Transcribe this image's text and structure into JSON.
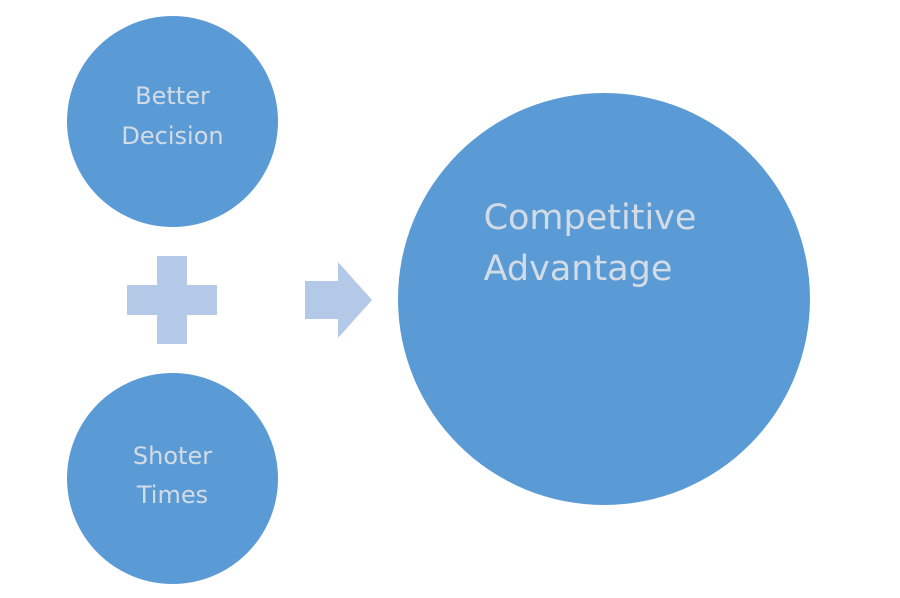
{
  "nodes": {
    "better_decision": {
      "line1": "Better",
      "line2": "Decision"
    },
    "shorter_times": {
      "line1": "Shoter",
      "line2": "Times"
    },
    "competitive_advantage": {
      "line1": "Competitive",
      "line2": "Advantage"
    }
  },
  "operators": {
    "plus": "plus-icon",
    "arrow": "arrow-right-icon"
  },
  "colors": {
    "circle_fill": "#5b9bd5",
    "circle_text": "#d3dce6",
    "operator_fill": "#b4c8e8",
    "background": "#ffffff"
  }
}
